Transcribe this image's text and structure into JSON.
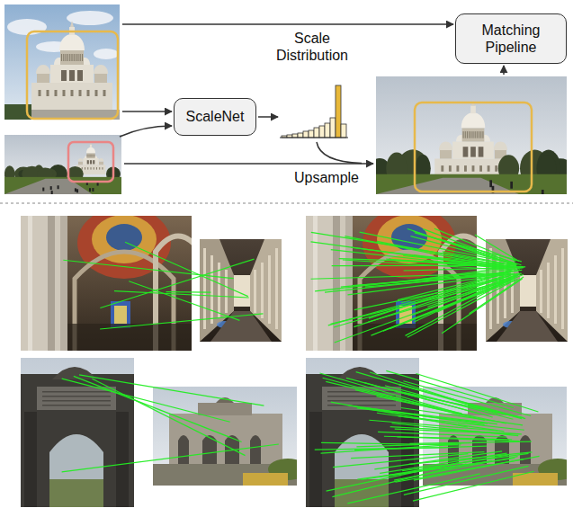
{
  "diagram": {
    "nodes": [
      {
        "text": [
          "Matching Pipeline"
        ]
      },
      {
        "text": [
          "ScaleNet"
        ]
      }
    ],
    "labels": [
      "Scale Distribution",
      "Upsample"
    ]
  }
}
